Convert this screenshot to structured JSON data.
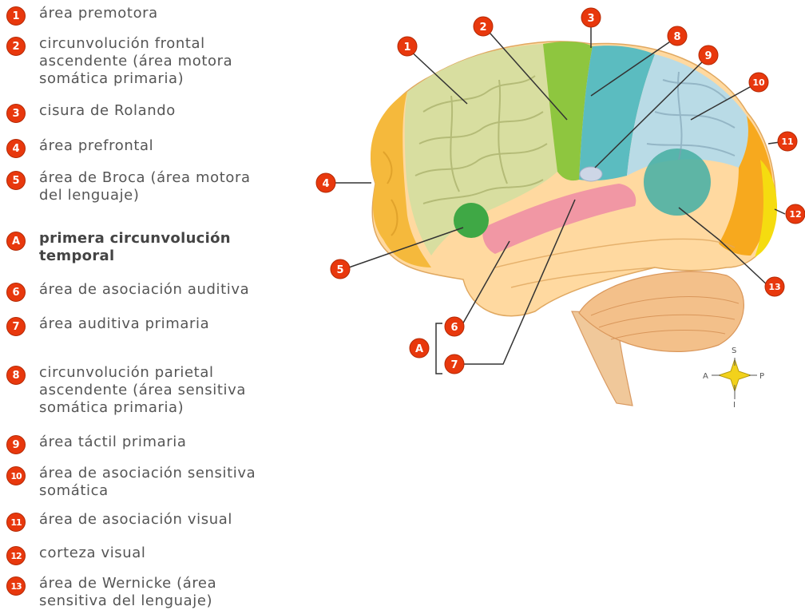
{
  "legend": [
    {
      "id": "1",
      "label": "área premotora"
    },
    {
      "id": "2",
      "label": "circunvolución frontal\nascendente (área motora\nsomática primaria)"
    },
    {
      "id": "3",
      "label": "cisura de Rolando"
    },
    {
      "id": "4",
      "label": "área prefrontal"
    },
    {
      "id": "5",
      "label": "área de Broca (área motora\ndel lenguaje)"
    },
    {
      "id": "A",
      "label": "primera circunvolución\ntemporal",
      "bold": true
    },
    {
      "id": "6",
      "label": "área de asociación auditiva"
    },
    {
      "id": "7",
      "label": "área auditiva primaria"
    },
    {
      "id": "8",
      "label": "circunvolución parietal\nascendente (área sensitiva\nsomática primaria)"
    },
    {
      "id": "9",
      "label": "área táctil primaria"
    },
    {
      "id": "10",
      "label": "área de asociación sensitiva\nsomática"
    },
    {
      "id": "11",
      "label": "área de asociación visual"
    },
    {
      "id": "12",
      "label": "corteza visual"
    },
    {
      "id": "13",
      "label": "área de Wernicke (área\nsensitiva del lenguaje)"
    }
  ],
  "markers": {
    "m1": "1",
    "m2": "2",
    "m3": "3",
    "m4": "4",
    "m5": "5",
    "m6": "6",
    "m7": "7",
    "m8": "8",
    "m9": "9",
    "m10": "10",
    "m11": "11",
    "m12": "12",
    "m13": "13",
    "mA": "A"
  },
  "compass": {
    "north": "S",
    "west": "A",
    "east": "P",
    "south": "I"
  },
  "colors": {
    "badge": "#e8380d",
    "prefrontal": "#f5b93c",
    "premotor": "#d8dea0",
    "motor": "#8ec63f",
    "sensory": "#5bbcc0",
    "sensory_assoc": "#b9dbe6",
    "visual_assoc": "#f7a91e",
    "visual": "#f5dc10",
    "temporal": "#ffd9a0",
    "auditory": "#ef8fa4",
    "broca": "#3fa845",
    "wernicke": "#4cb0a5",
    "cerebellum": "#f3c08a",
    "brainstem": "#f0c89a"
  }
}
